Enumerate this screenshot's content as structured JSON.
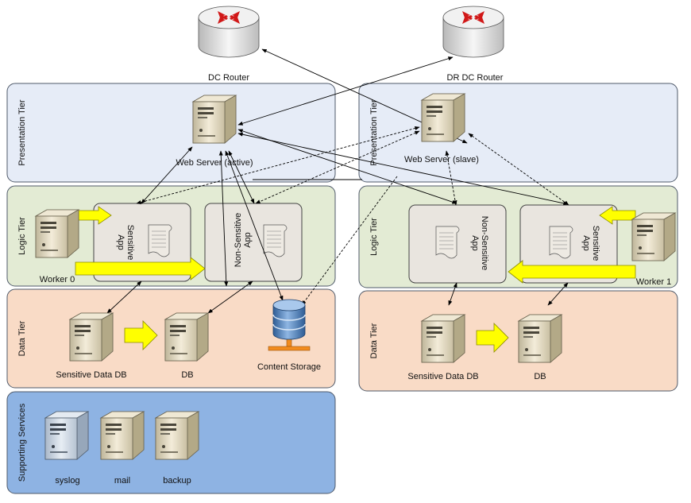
{
  "routers": {
    "left": "DC Router",
    "right": "DR DC Router"
  },
  "tiers": {
    "presentation": "Presentation Tier",
    "logic": "Logic Tier",
    "data": "Data Tier",
    "support": "Supporting Services"
  },
  "servers": {
    "web_active": "Web Server (active)",
    "web_slave": "Web Server (slave)",
    "worker0": "Worker 0",
    "worker1": "Worker 1",
    "sens_db_left": "Sensitive Data DB",
    "db_left": "DB",
    "content_storage": "Content Storage",
    "sens_db_right": "Sensitive Data DB",
    "db_right": "DB",
    "syslog": "syslog",
    "mail": "mail",
    "backup": "backup"
  },
  "apps": {
    "sens_left": [
      "Sensitive",
      "App"
    ],
    "nonsens_left": [
      "Non-Sensitive",
      "App"
    ],
    "nonsens_right": [
      "Non-Sensitive",
      "App"
    ],
    "sens_right": [
      "Sensitive",
      "App"
    ]
  },
  "colors": {
    "presentation": "#e6ecf7",
    "logic": "#e3ebd4",
    "data": "#f9dbc6",
    "support": "#8eb3e3",
    "app_box": "#e9e5df",
    "flow_arrow": "#ffff00",
    "storage": "#3b6eb0"
  },
  "icons": {
    "router": "router-icon",
    "server": "server-icon",
    "document": "document-icon",
    "database": "database-icon"
  }
}
